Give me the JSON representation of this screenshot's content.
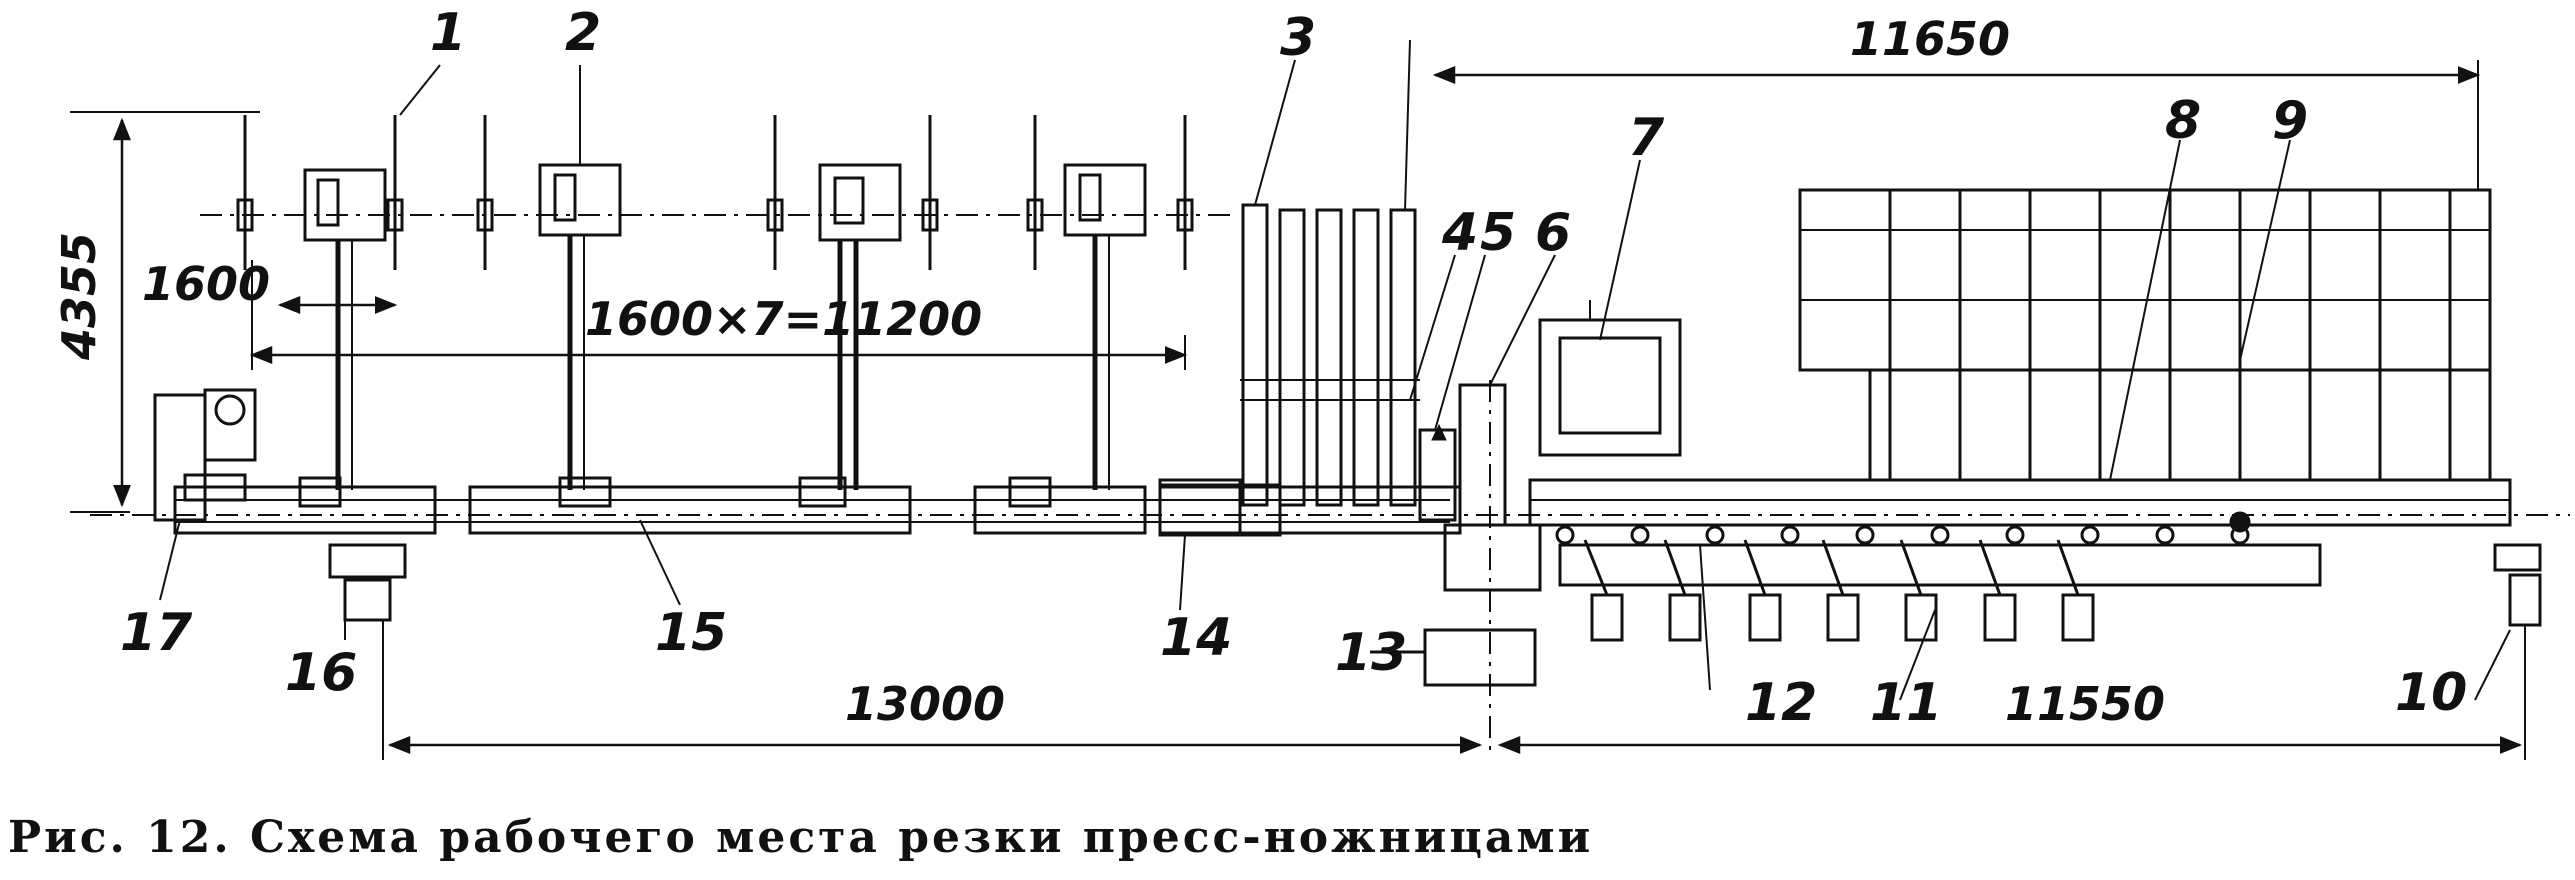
{
  "labels": {
    "n1": "1",
    "n2": "2",
    "n3": "3",
    "n4": "4",
    "n5": "5",
    "n6": "6",
    "n7": "7",
    "n8": "8",
    "n9": "9",
    "n10": "10",
    "n11": "11",
    "n12": "12",
    "n13": "13",
    "n14": "14",
    "n15": "15",
    "n16": "16",
    "n17": "17"
  },
  "dimensions": {
    "height": "4355",
    "pitch": "1600",
    "span": "1600×7=11200",
    "top_right": "11650",
    "bottom_left": "13000",
    "bottom_right": "11550"
  },
  "caption": "Рис.  12.  Схема  рабочего  места  резки  пресс-ножницами"
}
